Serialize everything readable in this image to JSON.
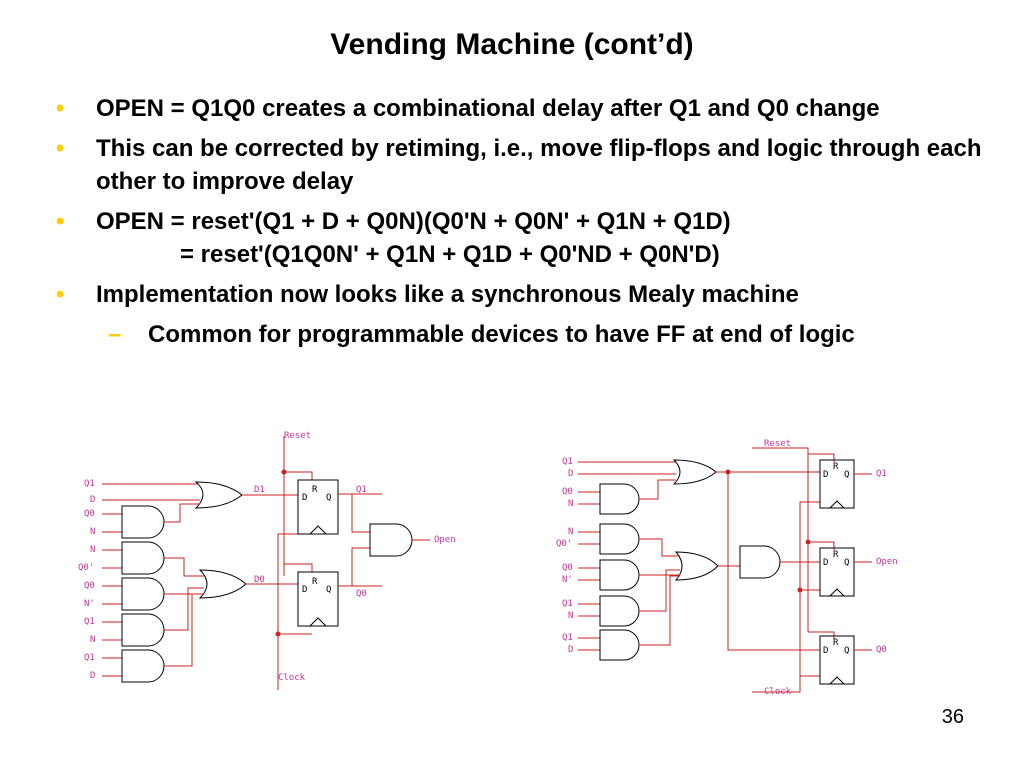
{
  "title": "Vending Machine (cont’d)",
  "bullets": [
    {
      "text": "OPEN = Q1Q0 creates a combinational delay after Q1 and Q0 change"
    },
    {
      "text": "This can be corrected by retiming, i.e., move flip-flops and logic through each other to improve delay"
    },
    {
      "text": "OPEN = reset'(Q1 + D + Q0N)(Q0'N + Q0N' + Q1N + Q1D)",
      "text2": "= reset'(Q1Q0N' + Q1N + Q1D + Q0'ND + Q0N'D)"
    },
    {
      "text": "Implementation now looks like a synchronous Mealy machine"
    }
  ],
  "sub_bullet": "Common for programmable devices to have FF at end of logic",
  "page_number": "36",
  "left_diagram": {
    "inputs": [
      "Q1",
      "D",
      "Q0",
      "N",
      "N",
      "Q0'",
      "Q0",
      "N'",
      "Q1",
      "N",
      "Q1",
      "D"
    ],
    "reset": "Reset",
    "clock": "Clock",
    "d1": "D1",
    "d0": "D0",
    "q1": "Q1",
    "q0": "Q0",
    "open": "Open",
    "ff_labels": {
      "d": "D",
      "q": "Q",
      "r": "R"
    }
  },
  "right_diagram": {
    "inputs": [
      "Q1",
      "D",
      "Q0",
      "N",
      "N",
      "Q0'",
      "Q0",
      "N'",
      "Q1",
      "N",
      "Q1",
      "D"
    ],
    "reset": "Reset",
    "clock": "Clock",
    "q1": "Q1",
    "open": "Open",
    "q0": "Q0"
  }
}
